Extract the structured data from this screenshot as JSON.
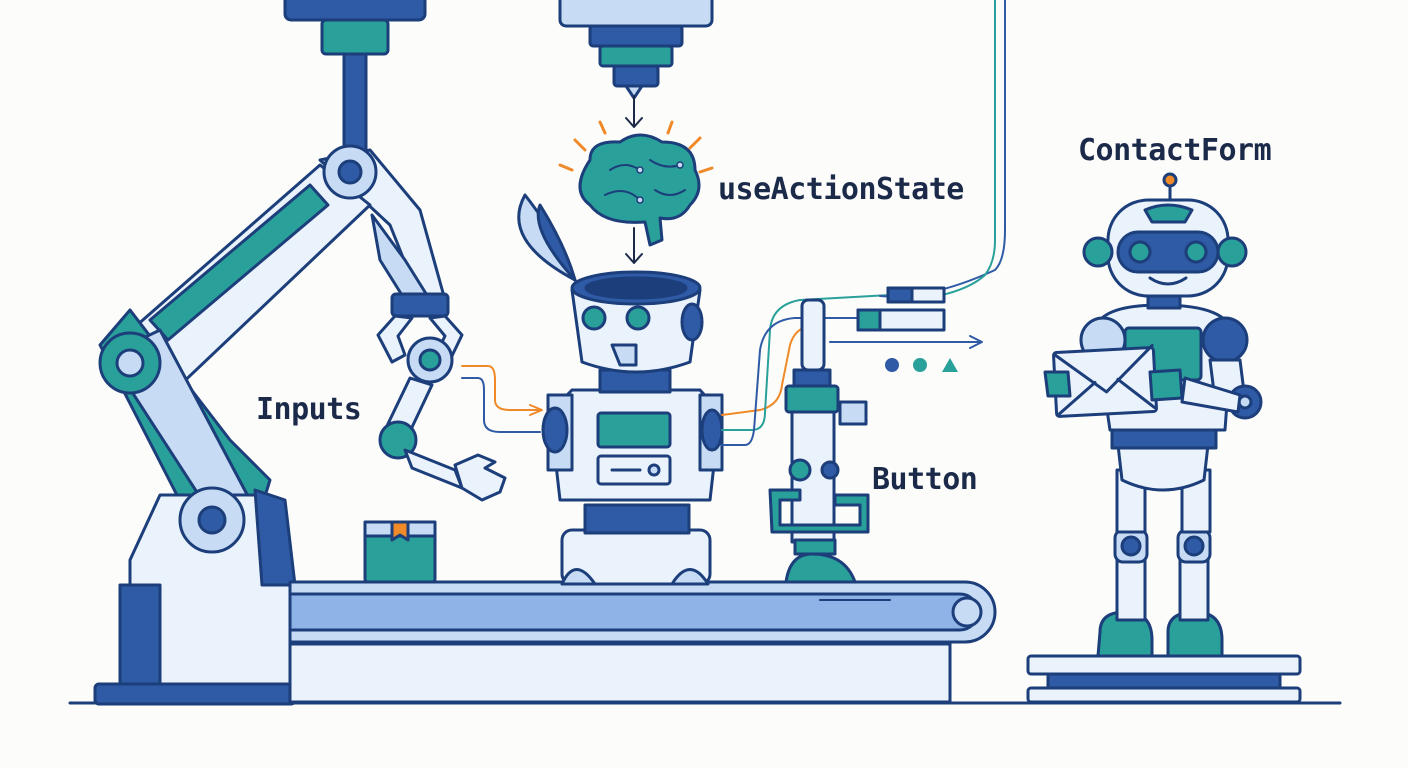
{
  "labels": {
    "inputs": "Inputs",
    "hook": "useActionState",
    "button": "Button",
    "form": "ContactForm"
  },
  "colors": {
    "navy": "#2f5aa5",
    "outline": "#1c3e7a",
    "teal": "#2aa09a",
    "light_blue": "#c7dcf4",
    "pale": "#eaf2fb",
    "orange": "#f08a28",
    "ink": "#1c2a4a"
  },
  "icons": [
    "brain-icon",
    "envelope-icon",
    "package-box-icon",
    "gripper-claw-icon",
    "robot-hand-icon"
  ]
}
